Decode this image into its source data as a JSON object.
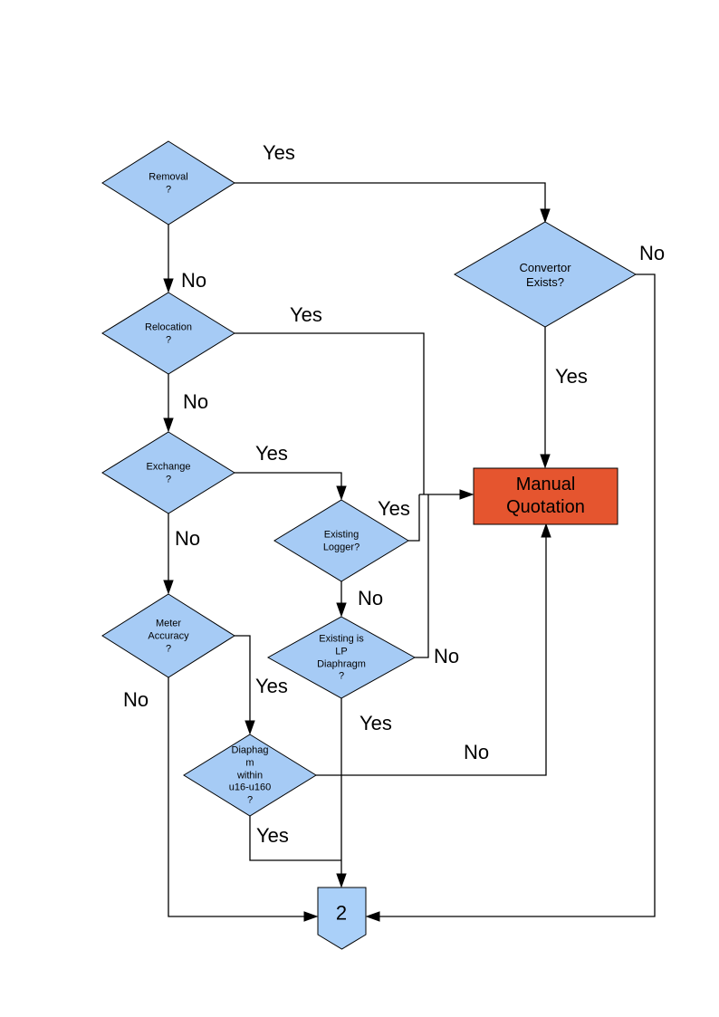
{
  "colors": {
    "decision_fill": "#A6CBF5",
    "action_fill": "#E5552F",
    "connector_fill": "#AAD0F9",
    "line": "#000000",
    "background": "#FFFFFF"
  },
  "nodes": {
    "removal": {
      "label": "Removal\n?",
      "type": "decision"
    },
    "convertor": {
      "label": "Convertor\nExists?",
      "type": "decision"
    },
    "relocation": {
      "label": "Relocation\n?",
      "type": "decision"
    },
    "exchange": {
      "label": "Exchange\n?",
      "type": "decision"
    },
    "existing_logger": {
      "label": "Existing\nLogger?",
      "type": "decision"
    },
    "meter_accuracy": {
      "label": "Meter\nAccuracy\n?",
      "type": "decision"
    },
    "existing_lp": {
      "label": "Existing is\nLP\nDiaphragm\n?",
      "type": "decision"
    },
    "diaphragm_range": {
      "label": "Diaphag\nm\nwithin\nu16-u160\n?",
      "type": "decision"
    },
    "manual_quotation": {
      "label": "Manual\nQuotation",
      "type": "process"
    },
    "offpage_connector": {
      "label": "2",
      "type": "off-page-connector"
    }
  },
  "edges": {
    "removal_yes": "Yes",
    "removal_no": "No",
    "relocation_yes": "Yes",
    "relocation_no": "No",
    "exchange_yes": "Yes",
    "exchange_no": "No",
    "existing_logger_yes": "Yes",
    "existing_logger_no": "No",
    "existing_lp_yes": "Yes",
    "existing_lp_no": "No",
    "meter_accuracy_yes": "Yes",
    "meter_accuracy_no": "No",
    "diaphragm_yes": "Yes",
    "diaphragm_no": "No",
    "convertor_yes": "Yes",
    "convertor_no": "No"
  }
}
